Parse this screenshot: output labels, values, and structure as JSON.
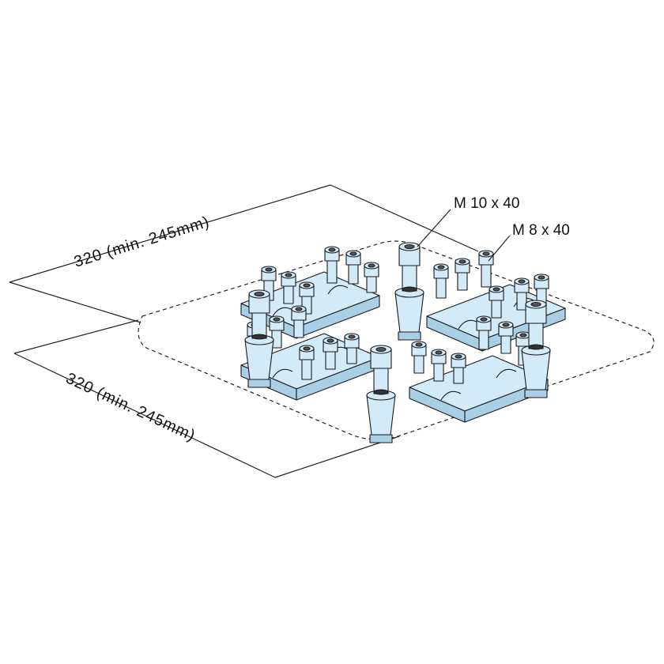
{
  "dimensions": {
    "top": "320 (min. 245mm)",
    "bottom": "320 (min. 245mm)"
  },
  "callouts": {
    "pin": "M 10 x 40",
    "screw": "M 8 x 40"
  },
  "colors": {
    "part_fill": "#d3ebf8",
    "part_shade": "#a9cfe6",
    "line": "#222222"
  }
}
